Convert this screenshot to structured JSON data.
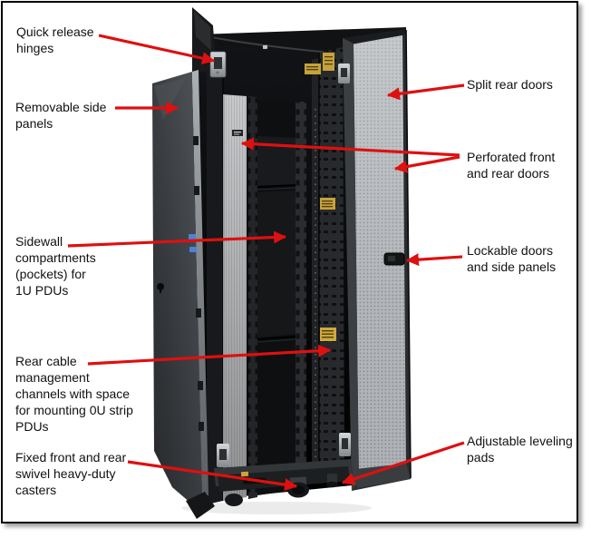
{
  "figure": {
    "kind": "annotated-product-photo",
    "subject": "Open server rack cabinet, rear view with split rear doors open",
    "background_color": "#ffffff",
    "border_color": "#000000",
    "arrow_color": "#de1010",
    "text_color": "#111111"
  },
  "labels": [
    {
      "id": "quick-release-hinges",
      "side": "left",
      "text": "Quick release\nhinges"
    },
    {
      "id": "removable-side-panels",
      "side": "left",
      "text": "Removable side\npanels"
    },
    {
      "id": "sidewall-compartments",
      "side": "left",
      "text": "Sidewall\ncompartments\n(pockets) for\n1U PDUs"
    },
    {
      "id": "rear-cable-channels",
      "side": "left",
      "text": "Rear cable\nmanagement\nchannels with space\nfor mounting 0U strip\nPDUs"
    },
    {
      "id": "heavy-duty-casters",
      "side": "left",
      "text": "Fixed front and rear\nswivel heavy-duty\ncasters"
    },
    {
      "id": "split-rear-doors",
      "side": "right",
      "text": "Split rear doors"
    },
    {
      "id": "perforated-doors",
      "side": "right",
      "text": "Perforated front\nand rear doors"
    },
    {
      "id": "lockable-doors-side-panels",
      "side": "right",
      "text": "Lockable doors\nand side panels"
    },
    {
      "id": "adjustable-leveling-pads",
      "side": "right",
      "text": "Adjustable leveling\npads"
    }
  ]
}
